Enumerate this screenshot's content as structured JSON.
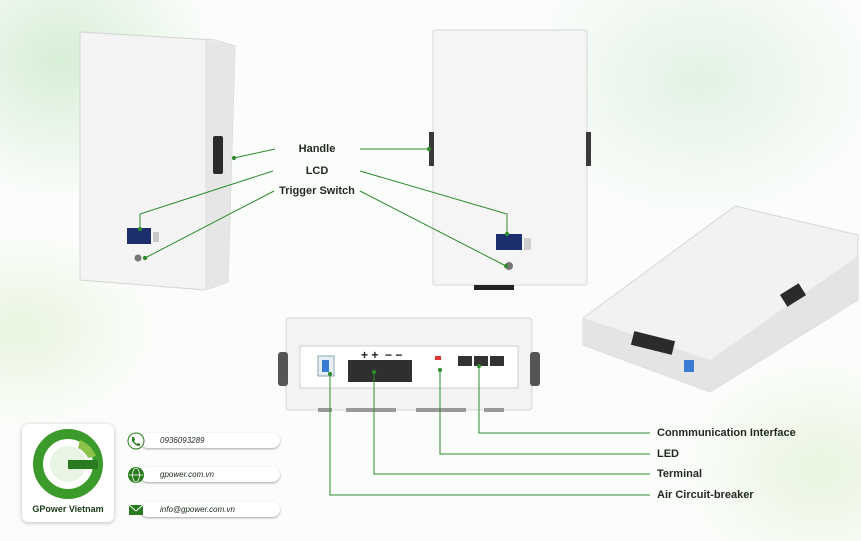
{
  "labels": {
    "handle": "Handle",
    "lcd": "LCD",
    "trigger_switch": "Trigger Switch",
    "communication_interface": "Conmmunication Interface",
    "led": "LED",
    "terminal": "Terminal",
    "air_circuit_breaker": "Air Circuit-breaker"
  },
  "panel_marks": {
    "plus": "+ +",
    "minus": "− −"
  },
  "brand": {
    "name": "GPower Vietnam",
    "letter": "G"
  },
  "contact": {
    "phone": "0936093289",
    "website": "gpower.com.vn",
    "email": "info@gpower.com.vn"
  },
  "colors": {
    "line": "#2e8b2e",
    "brand_green": "#3a9a2a"
  },
  "icons": [
    "phone-icon",
    "globe-icon",
    "email-icon"
  ]
}
